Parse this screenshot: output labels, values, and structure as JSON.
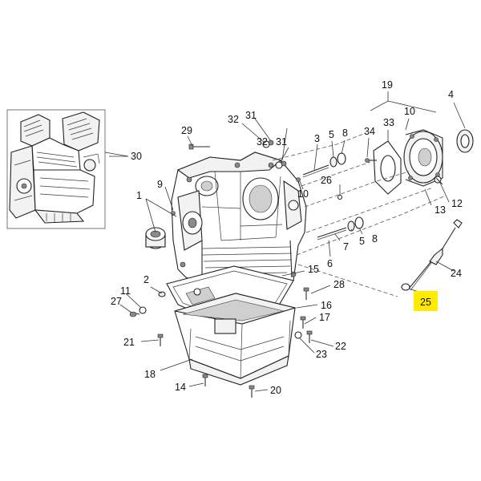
{
  "callouts": {
    "c1": "1",
    "c2": "2",
    "c3": "3",
    "c4": "4",
    "c5a": "5",
    "c5b": "5",
    "c6": "6",
    "c7": "7",
    "c8a": "8",
    "c8b": "8",
    "c9": "9",
    "c10a": "10",
    "c10b": "10",
    "c11": "11",
    "c12": "12",
    "c13": "13",
    "c14": "14",
    "c15": "15",
    "c16": "16",
    "c17": "17",
    "c18": "18",
    "c19": "19",
    "c20": "20",
    "c21": "21",
    "c22": "22",
    "c23": "23",
    "c24": "24",
    "c25": "25",
    "c26": "26",
    "c27": "27",
    "c28": "28",
    "c29": "29",
    "c30": "30",
    "c31a": "31",
    "c31b": "31",
    "c32a": "32",
    "c32b": "32",
    "c33": "33",
    "c34": "34"
  },
  "highlight": {
    "callout": "c25",
    "color": "#ffea00"
  }
}
